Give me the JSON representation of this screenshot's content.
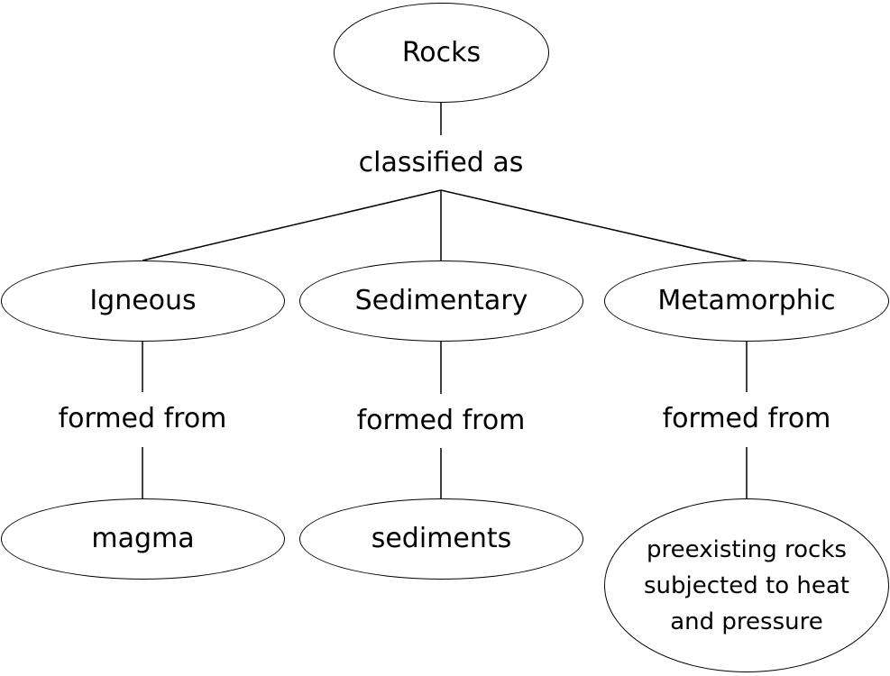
{
  "root": {
    "label": "Rocks"
  },
  "root_relation": {
    "label": "classified as"
  },
  "categories": [
    {
      "label": "Igneous",
      "relation": "formed from",
      "source": "magma"
    },
    {
      "label": "Sedimentary",
      "relation": "formed from",
      "source": "sediments"
    },
    {
      "label": "Metamorphic",
      "relation": "formed from",
      "source": "preexisting rocks subjected to heat and pressure"
    }
  ]
}
